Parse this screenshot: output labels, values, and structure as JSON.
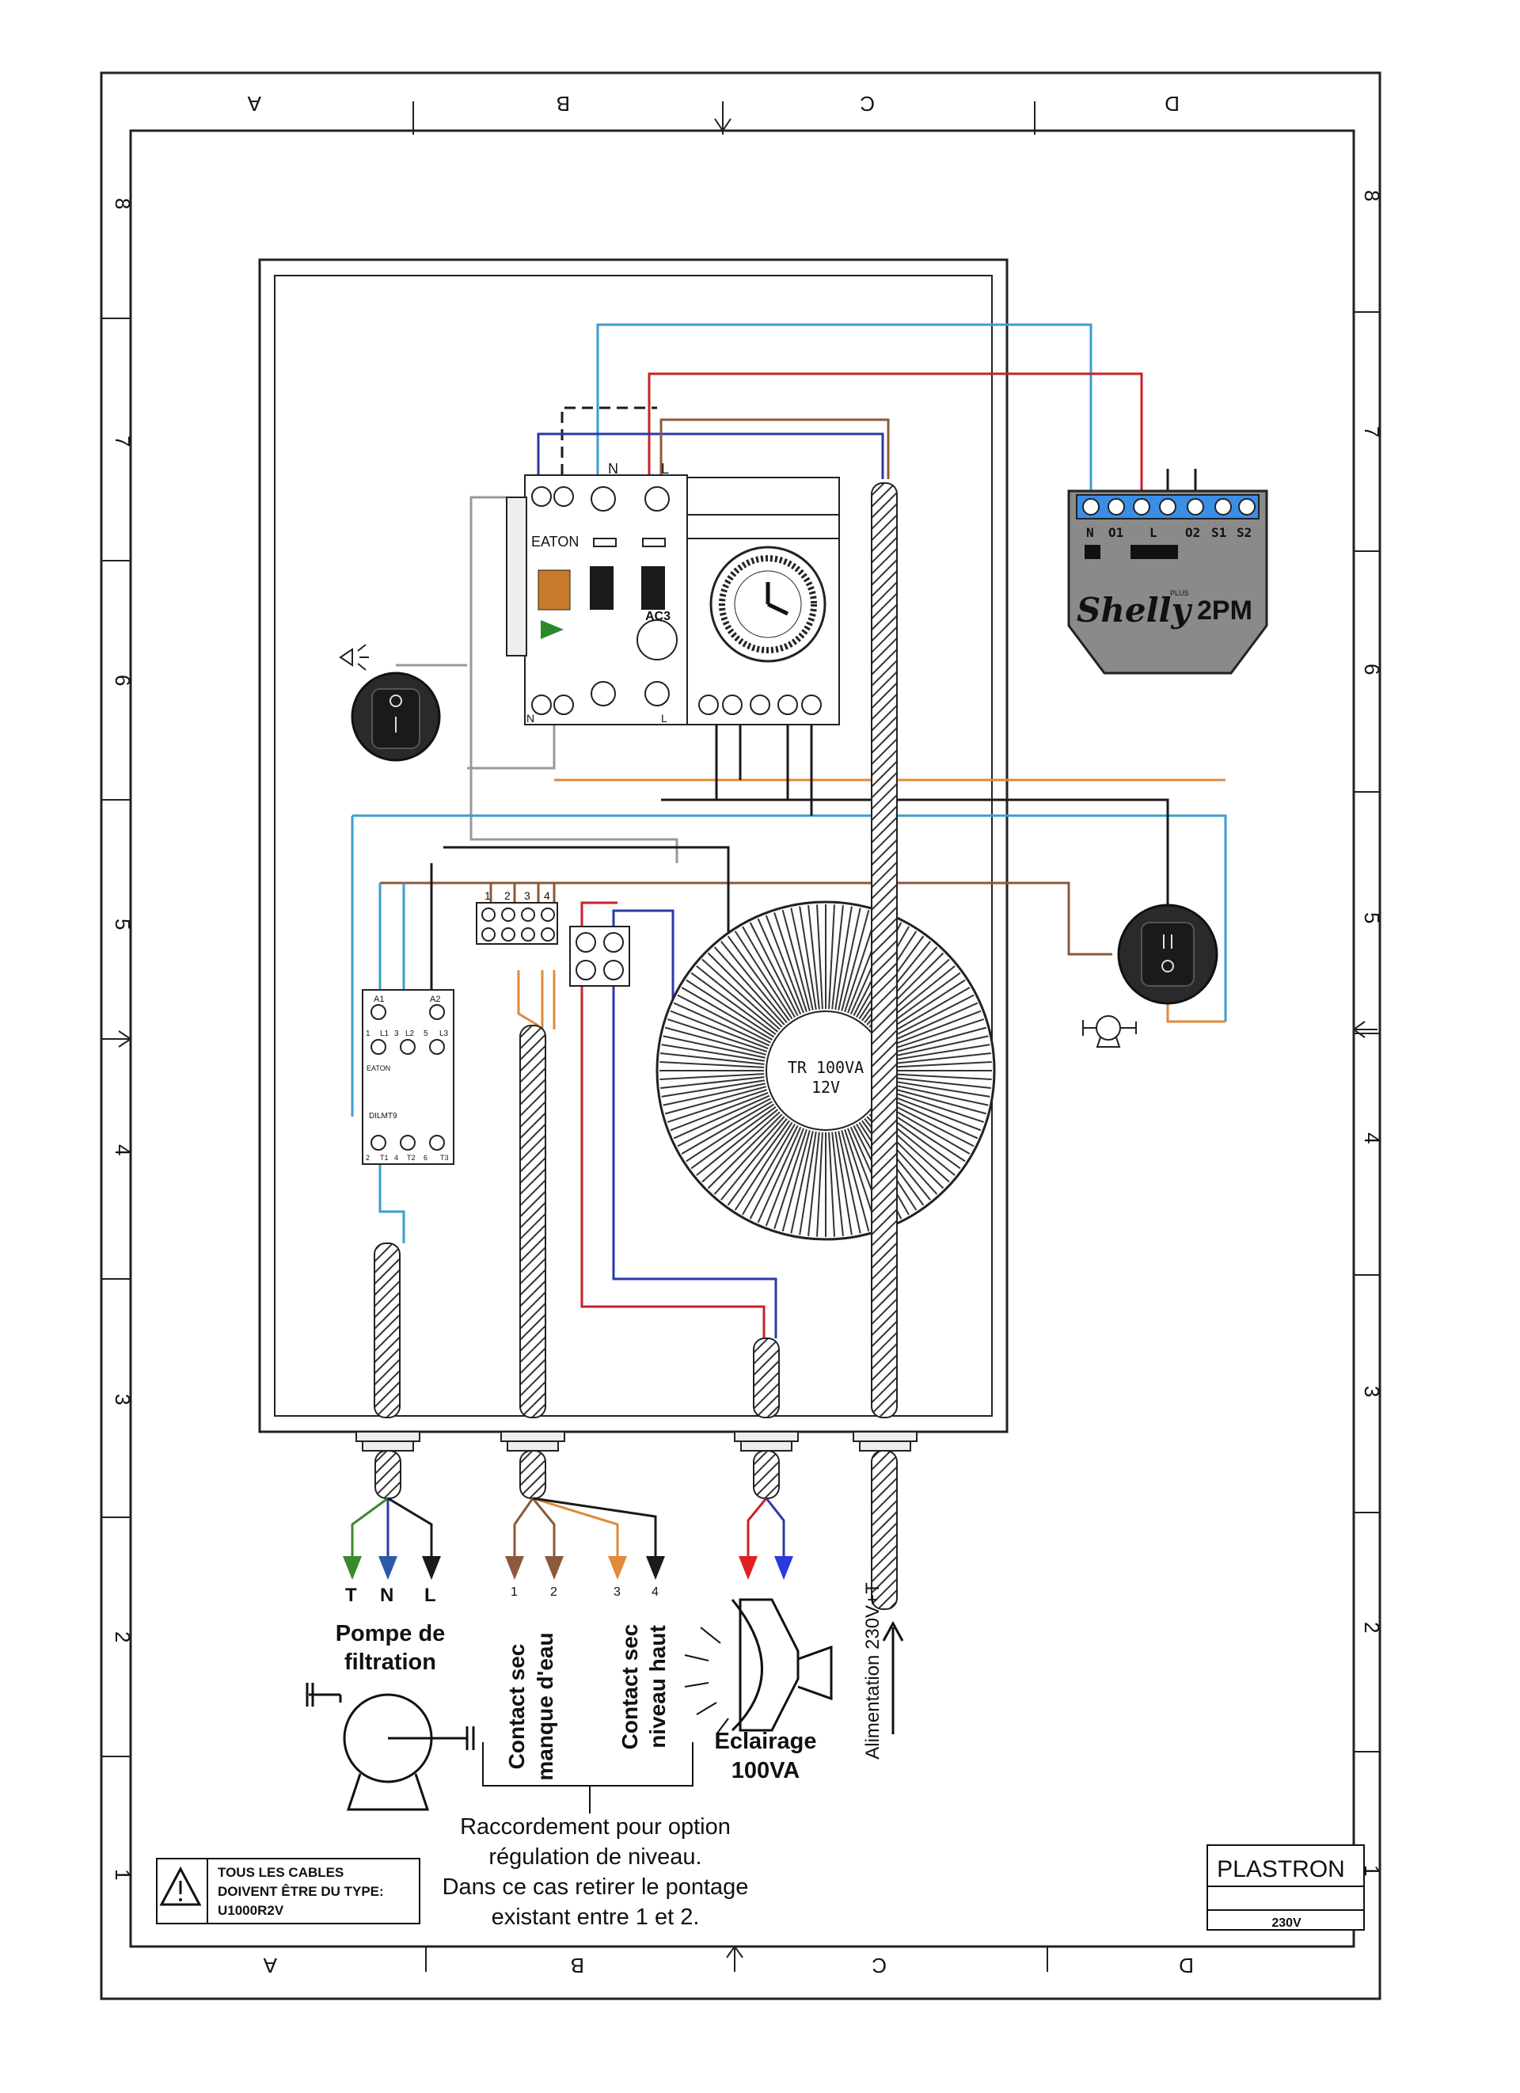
{
  "frame": {
    "columns_top": [
      "A",
      "B",
      "C",
      "D"
    ],
    "columns_bottom": [
      "A",
      "B",
      "C",
      "D"
    ],
    "rows_left": [
      "8",
      "7",
      "6",
      "5",
      "4",
      "3",
      "2",
      "1"
    ],
    "rows_right": [
      "8",
      "7",
      "6",
      "5",
      "4",
      "3",
      "2",
      "1"
    ]
  },
  "breaker": {
    "brand": "EATON",
    "top_terminals": [
      "N",
      "L"
    ],
    "bottom_terminals": [
      "N",
      "L"
    ]
  },
  "timer": {
    "model": "AC3"
  },
  "shelly": {
    "terminals": [
      "N",
      "O1",
      "L",
      "O2",
      "S1",
      "S2"
    ],
    "brand": "Shelly",
    "model": "2PM",
    "badge": "PLUS"
  },
  "contactor": {
    "brand": "EATON",
    "model": "DILMT9",
    "coil_terminals": [
      "A1",
      "A2"
    ],
    "top_labels": [
      "1",
      "L1",
      "3",
      "L2",
      "5",
      "L3"
    ],
    "bottom_labels": [
      "2",
      "T1",
      "4",
      "T2",
      "6",
      "T3"
    ]
  },
  "terminal_block": {
    "numbers": [
      "1",
      "2",
      "3",
      "4"
    ]
  },
  "transformer": {
    "line1": "TR 100VA",
    "line2": "12V"
  },
  "cable_ends": {
    "pump": [
      "T",
      "N",
      "L"
    ],
    "level": [
      "1",
      "2",
      "3",
      "4"
    ]
  },
  "labels": {
    "pump_line1": "Pompe de",
    "pump_line2": "filtration",
    "dry_contact_low_line1": "Contact sec",
    "dry_contact_low_line2": "manque d'eau",
    "dry_contact_high_line1": "Contact sec",
    "dry_contact_high_line2": "niveau haut",
    "lighting_line1": "Eclairage",
    "lighting_line2": "100VA",
    "supply": "Alimentation 230V+T"
  },
  "note": {
    "line1": "Raccordement pour option",
    "line2": "régulation de niveau.",
    "line3": "Dans ce cas retirer le pontage",
    "line4": "existant entre 1 et 2."
  },
  "warning": {
    "line1": "TOUS LES CABLES",
    "line2": "DOIVENT ÊTRE DU TYPE:",
    "line3": "U1000R2V"
  },
  "title_block": {
    "title": "PLASTRON",
    "subtitle": "230V"
  },
  "colors": {
    "wire_red": "#c8202a",
    "wire_blue": "#2a3aa8",
    "wire_lightblue": "#3a9ed0",
    "wire_brown": "#8a5a3a",
    "wire_orange": "#e08a3a",
    "wire_black": "#1a1a1a",
    "wire_green": "#3a8a2a",
    "shelly_terminals": "#3a8ee6",
    "device_grey": "#8a8a8a"
  }
}
